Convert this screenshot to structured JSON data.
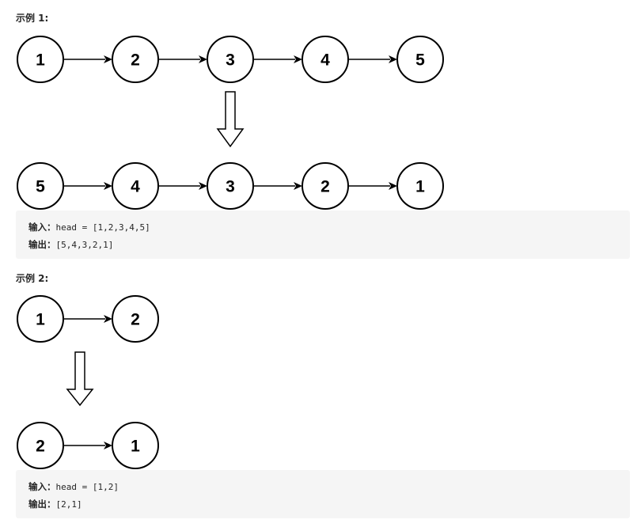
{
  "examples": [
    {
      "title": "示例 1:",
      "input_nodes": [
        "1",
        "2",
        "3",
        "4",
        "5"
      ],
      "output_nodes": [
        "5",
        "4",
        "3",
        "2",
        "1"
      ],
      "input_label": "输入：",
      "input_value": "head = [1,2,3,4,5]",
      "output_label": "输出：",
      "output_value": "[5,4,3,2,1]"
    },
    {
      "title": "示例 2:",
      "input_nodes": [
        "1",
        "2"
      ],
      "output_nodes": [
        "2",
        "1"
      ],
      "input_label": "输入：",
      "input_value": "head = [1,2]",
      "output_label": "输出：",
      "output_value": "[2,1]"
    }
  ]
}
